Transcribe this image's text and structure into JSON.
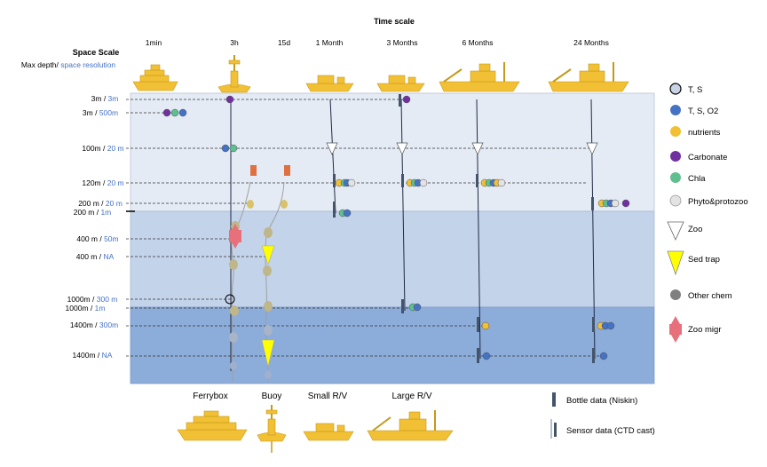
{
  "title": "Time scale",
  "space_scale": {
    "heading": "Space Scale",
    "sub_black": "Max depth/",
    "sub_blue": " space resolution"
  },
  "time_labels": [
    "1min",
    "3h",
    "15d",
    "1 Month",
    "3 Months",
    "6 Months",
    "24 Months"
  ],
  "depth_rows": [
    {
      "depth": "3m",
      "res": "3m"
    },
    {
      "depth": "3m",
      "res": "500m"
    },
    {
      "depth": "100m",
      "res": "20 m"
    },
    {
      "depth": "120m",
      "res": "20 m"
    },
    {
      "depth": "200 m",
      "res": "20 m"
    },
    {
      "depth": "200 m",
      "res": "1m"
    },
    {
      "depth": "400 m",
      "res": "50m"
    },
    {
      "depth": "400 m",
      "res": "NA"
    },
    {
      "depth": "1000m",
      "res": "300 m"
    },
    {
      "depth": "1000m",
      "res": "1m"
    },
    {
      "depth": "1400m",
      "res": "300m"
    },
    {
      "depth": "1400m",
      "res": "NA"
    }
  ],
  "platforms": [
    "Ferrybox",
    "Buoy",
    "Small R/V",
    "Large R/V"
  ],
  "legend": [
    {
      "label": "T, S",
      "icon": "circle",
      "color": "#c8d3e6"
    },
    {
      "label": "T, S, O2",
      "icon": "circle",
      "color": "#4472c4"
    },
    {
      "label": "nutrients",
      "icon": "circle",
      "color": "#f2c035"
    },
    {
      "label": "Carbonate",
      "icon": "circle",
      "color": "#7030a0"
    },
    {
      "label": "Chla",
      "icon": "circle",
      "color": "#5fbf8f"
    },
    {
      "label": "Phyto&protozoo",
      "icon": "circle",
      "color": "#e3e3e3"
    },
    {
      "label": "Zoo",
      "icon": "triangle-outline",
      "color": "#ffffff"
    },
    {
      "label": "Sed trap",
      "icon": "triangle-filled",
      "color": "#ffff00"
    },
    {
      "label": "Other chem",
      "icon": "circle",
      "color": "#808080"
    },
    {
      "label": "Zoo migr",
      "icon": "double-arrow",
      "color": "#e8707a"
    }
  ],
  "data_legend": [
    {
      "label": "Bottle data (Niskin)",
      "icon": "bar"
    },
    {
      "label": "Sensor data (CTD cast)",
      "icon": "line"
    }
  ],
  "colors": {
    "layer1": "#e4ebf5",
    "layer2": "#c3d3ea",
    "layer3": "#8cacd9",
    "label_blue": "#4472c4",
    "ship": "#f2c035",
    "marker": "#e85d75",
    "sed_trap": "#ffff00",
    "bar": "#44546a"
  }
}
